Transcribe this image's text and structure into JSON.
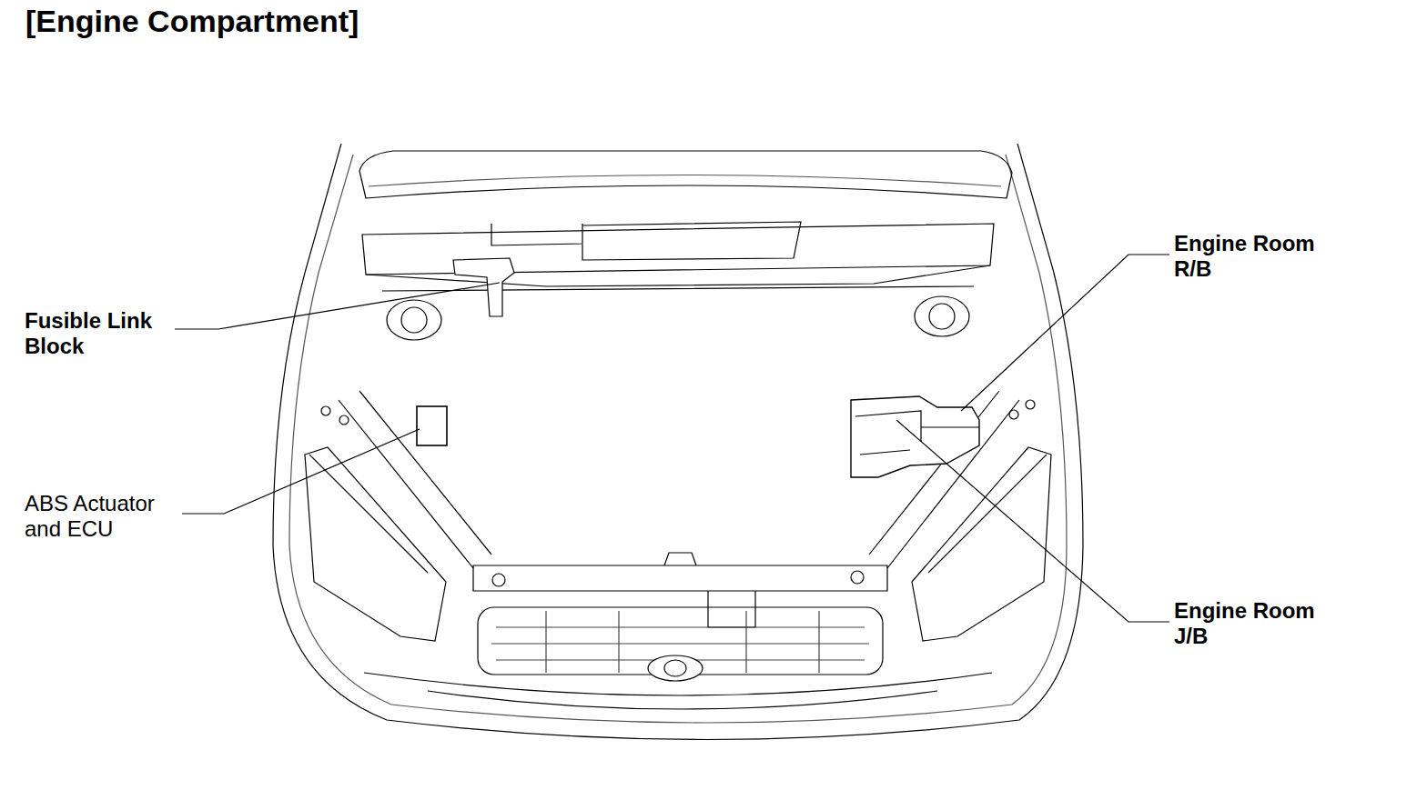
{
  "diagram": {
    "title": "[Engine Compartment]",
    "labels": [
      "Engine Room R/B",
      "Fusible Link Block",
      "ABS Actuator and ECU",
      "Engine Room J/B"
    ]
  }
}
